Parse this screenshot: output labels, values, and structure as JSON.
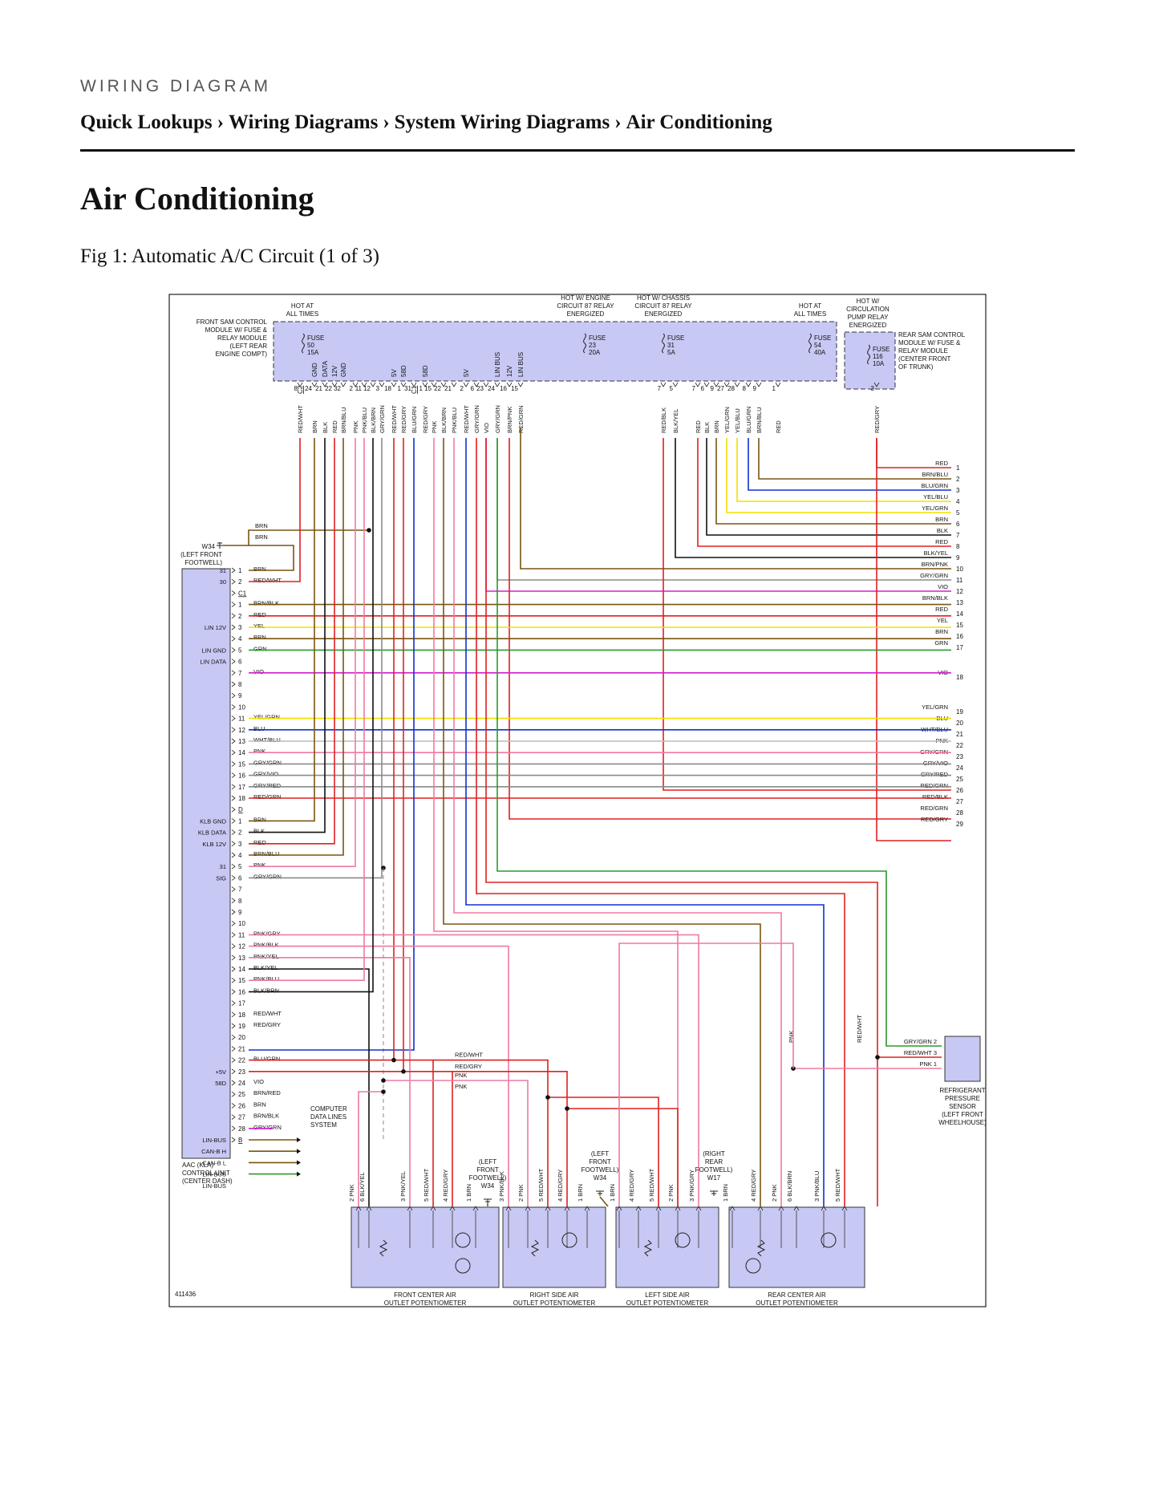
{
  "header": {
    "section_label": "WIRING DIAGRAM",
    "breadcrumb": [
      "Quick Lookups",
      "Wiring Diagrams",
      "System Wiring Diagrams",
      "Air Conditioning"
    ],
    "breadcrumb_separator": "›"
  },
  "page": {
    "title": "Air Conditioning",
    "figure_caption": "Fig 1: Automatic A/C Circuit (1 of 3)"
  },
  "diagram": {
    "figure_id": "411436",
    "top_labels": {
      "hot_all_times_left": [
        "HOT AT",
        "ALL TIMES"
      ],
      "hot_engine": [
        "HOT W/ ENGINE",
        "CIRCUIT 87 RELAY",
        "ENERGIZED"
      ],
      "hot_chassis": [
        "HOT W/ CHASSIS",
        "CIRCUIT 87 RELAY",
        "ENERGIZED"
      ],
      "hot_all_times_right": [
        "HOT AT",
        "ALL TIMES"
      ],
      "hot_circulation": [
        "HOT W/",
        "CIRCULATION",
        "PUMP RELAY",
        "ENERGIZED"
      ]
    },
    "front_sam": [
      "FRONT SAM CONTROL",
      "MODULE W/ FUSE &",
      "RELAY MODULE",
      "(LEFT REAR",
      "ENGINE COMPT)"
    ],
    "rear_sam": [
      "REAR SAM CONTROL",
      "MODULE W/ FUSE &",
      "RELAY MODULE",
      "(CENTER FRONT",
      "OF TRUNK)"
    ],
    "fuses": [
      {
        "label": "FUSE",
        "num": "50",
        "amp": "15A"
      },
      {
        "label": "FUSE",
        "num": "23",
        "amp": "20A"
      },
      {
        "label": "FUSE",
        "num": "31",
        "amp": "5A"
      },
      {
        "label": "FUSE",
        "num": "54",
        "amp": "40A"
      },
      {
        "label": "FUSE",
        "num": "116",
        "amp": "10A"
      }
    ],
    "sam_pins": [
      {
        "func": "",
        "pin": "8",
        "conn": "C2",
        "color": "RED/WHT"
      },
      {
        "func": "GND",
        "pin": "24",
        "conn": "",
        "color": "BRN"
      },
      {
        "func": "DATA",
        "pin": "21",
        "conn": "",
        "color": "BLK"
      },
      {
        "func": "12V",
        "pin": "22",
        "conn": "",
        "color": "RED"
      },
      {
        "func": "GND",
        "pin": "32",
        "conn": "",
        "color": "BRN/BLU"
      },
      {
        "func": "",
        "pin": "2",
        "conn": "",
        "color": "PNK"
      },
      {
        "func": "",
        "pin": "11",
        "conn": "",
        "color": "PNK/BLU"
      },
      {
        "func": "",
        "pin": "12",
        "conn": "",
        "color": "BLK/BRN"
      },
      {
        "func": "",
        "pin": "3",
        "conn": "",
        "color": "GRY/GRN"
      },
      {
        "func": "5V",
        "pin": "18",
        "conn": "",
        "color": "RED/WHT"
      },
      {
        "func": "58D",
        "pin": "1",
        "conn": "",
        "color": "RED/GRY"
      },
      {
        "func": "",
        "pin": "31",
        "conn": "C1",
        "color": "BLU/GRN"
      },
      {
        "func": "58D",
        "pin": "1",
        "conn": "",
        "color": "RED/GRY"
      },
      {
        "func": "",
        "pin": "15",
        "conn": "",
        "color": "PNK"
      },
      {
        "func": "",
        "pin": "22",
        "conn": "",
        "color": "BLK/BRN"
      },
      {
        "func": "",
        "pin": "21",
        "conn": "",
        "color": "PNK/BLU"
      },
      {
        "func": "5V",
        "pin": "2",
        "conn": "",
        "color": "RED/WHT"
      },
      {
        "func": "",
        "pin": "6",
        "conn": "",
        "color": "GRY/GRN"
      },
      {
        "func": "",
        "pin": "23",
        "conn": "",
        "color": "VIO"
      },
      {
        "func": "LIN BUS",
        "pin": "24",
        "conn": "",
        "color": "GRY/GRN"
      },
      {
        "func": "12V",
        "pin": "16",
        "conn": "",
        "color": "BRN/PNK"
      },
      {
        "func": "LIN BUS",
        "pin": "15",
        "conn": "",
        "color": "RED/GRN"
      }
    ],
    "right_sam_pins": [
      {
        "pin": "7",
        "color": "RED/BLK"
      },
      {
        "pin": "5",
        "color": "BLK/YEL"
      },
      {
        "pin": "7",
        "color": "RED"
      },
      {
        "pin": "6",
        "color": "BLK"
      },
      {
        "pin": "9",
        "color": "BRN"
      },
      {
        "pin": "27",
        "color": "YEL/GRN"
      },
      {
        "pin": "28",
        "color": "YEL/BLU"
      },
      {
        "pin": "8",
        "color": "BLU/GRN"
      },
      {
        "pin": "9",
        "color": "BRN/BLU"
      },
      {
        "pin": "1",
        "color": "RED"
      },
      {
        "pin": "3",
        "color": "RED/GRY"
      }
    ],
    "off_page_wires": [
      {
        "n": "1",
        "label": "RED"
      },
      {
        "n": "2",
        "label": "BRN/BLU"
      },
      {
        "n": "3",
        "label": "BLU/GRN"
      },
      {
        "n": "4",
        "label": "YEL/BLU"
      },
      {
        "n": "5",
        "label": "YEL/GRN"
      },
      {
        "n": "6",
        "label": "BRN"
      },
      {
        "n": "7",
        "label": "BLK"
      },
      {
        "n": "8",
        "label": "RED"
      },
      {
        "n": "9",
        "label": "BLK/YEL"
      },
      {
        "n": "10",
        "label": "BRN/PNK"
      },
      {
        "n": "11",
        "label": "GRY/GRN"
      },
      {
        "n": "12",
        "label": "VIO"
      },
      {
        "n": "13",
        "label": "BRN/BLK"
      },
      {
        "n": "14",
        "label": "RED"
      },
      {
        "n": "15",
        "label": "YEL"
      },
      {
        "n": "16",
        "label": "BRN"
      },
      {
        "n": "17",
        "label": "GRN"
      },
      {
        "n": "18",
        "label": "VIO"
      },
      {
        "n": "19",
        "label": "YEL/GRN"
      },
      {
        "n": "20",
        "label": "BLU"
      },
      {
        "n": "21",
        "label": "WHT/BLU"
      },
      {
        "n": "22",
        "label": "PNK"
      },
      {
        "n": "23",
        "label": "GRY/GRN"
      },
      {
        "n": "24",
        "label": "GRY/VIO"
      },
      {
        "n": "25",
        "label": "GRY/RED"
      },
      {
        "n": "26",
        "label": "RED/GRN"
      },
      {
        "n": "27",
        "label": "RED/BLK"
      },
      {
        "n": "28",
        "label": "RED/GRN"
      },
      {
        "n": "29",
        "label": "RED/GRY"
      }
    ],
    "ground_w34": [
      "W34",
      "(LEFT FRONT",
      "FOOTWELL)"
    ],
    "aac": {
      "title": [
        "AAC (KLA)",
        "CONTROL UNIT",
        "(CENTER DASH)"
      ],
      "side_labels": [
        {
          "row": 0,
          "text": "31"
        },
        {
          "row": 1,
          "text": "30"
        },
        {
          "row": 5,
          "text": "LIN 12V"
        },
        {
          "row": 7,
          "text": "LIN GND"
        },
        {
          "row": 8,
          "text": "LIN DATA"
        },
        {
          "row": 22,
          "text": "KLB GND"
        },
        {
          "row": 23,
          "text": "KLB DATA"
        },
        {
          "row": 24,
          "text": "KLB 12V"
        },
        {
          "row": 26,
          "text": "31"
        },
        {
          "row": 27,
          "text": "SIG"
        },
        {
          "row": 44,
          "text": "+5V"
        },
        {
          "row": 45,
          "text": "58D"
        },
        {
          "row": 50,
          "text": "LIN-BUS"
        },
        {
          "row": 51,
          "text": "CAN-B H"
        },
        {
          "row": 52,
          "text": "CAN-B L"
        },
        {
          "row": 53,
          "text": "LIN-BUS"
        },
        {
          "row": 54,
          "text": "LIN-BUS"
        }
      ],
      "rows": [
        {
          "pin": "1",
          "wire": "BRN"
        },
        {
          "pin": "2",
          "wire": "RED/WHT"
        },
        {
          "pin": "C1",
          "wire": ""
        },
        {
          "pin": "1",
          "wire": "BRN/BLK"
        },
        {
          "pin": "2",
          "wire": "RED"
        },
        {
          "pin": "3",
          "wire": "YEL"
        },
        {
          "pin": "4",
          "wire": "BRN"
        },
        {
          "pin": "5",
          "wire": "GRN"
        },
        {
          "pin": "6",
          "wire": ""
        },
        {
          "pin": "7",
          "wire": "VIO"
        },
        {
          "pin": "8",
          "wire": ""
        },
        {
          "pin": "9",
          "wire": ""
        },
        {
          "pin": "10",
          "wire": ""
        },
        {
          "pin": "11",
          "wire": "YEL/GRN"
        },
        {
          "pin": "12",
          "wire": "BLU"
        },
        {
          "pin": "13",
          "wire": "WHT/BLU"
        },
        {
          "pin": "14",
          "wire": "PNK"
        },
        {
          "pin": "15",
          "wire": "GRY/GRN"
        },
        {
          "pin": "16",
          "wire": "GRY/VIO"
        },
        {
          "pin": "17",
          "wire": "GRY/RED"
        },
        {
          "pin": "18",
          "wire": "RED/GRN"
        },
        {
          "pin": "D",
          "wire": ""
        },
        {
          "pin": "1",
          "wire": "BRN"
        },
        {
          "pin": "2",
          "wire": "BLK"
        },
        {
          "pin": "3",
          "wire": "RED"
        },
        {
          "pin": "4",
          "wire": "BRN/BLU"
        },
        {
          "pin": "5",
          "wire": "PNK"
        },
        {
          "pin": "6",
          "wire": "GRY/GRN"
        },
        {
          "pin": "7",
          "wire": ""
        },
        {
          "pin": "8",
          "wire": ""
        },
        {
          "pin": "9",
          "wire": ""
        },
        {
          "pin": "10",
          "wire": ""
        },
        {
          "pin": "11",
          "wire": "PNK/GRY"
        },
        {
          "pin": "12",
          "wire": "PNK/BLK"
        },
        {
          "pin": "13",
          "wire": "PNK/YEL"
        },
        {
          "pin": "14",
          "wire": "BLK/YEL"
        },
        {
          "pin": "15",
          "wire": "PNK/BLU"
        },
        {
          "pin": "16",
          "wire": "BLK/BRN"
        },
        {
          "pin": "17",
          "wire": ""
        },
        {
          "pin": "18",
          "wire": "RED/WHT"
        },
        {
          "pin": "19",
          "wire": "RED/GRY"
        },
        {
          "pin": "20",
          "wire": ""
        },
        {
          "pin": "21",
          "wire": ""
        },
        {
          "pin": "22",
          "wire": "BLU/GRN"
        },
        {
          "pin": "23",
          "wire": ""
        },
        {
          "pin": "24",
          "wire": "VIO"
        },
        {
          "pin": "25",
          "wire": "BRN/RED"
        },
        {
          "pin": "26",
          "wire": "BRN"
        },
        {
          "pin": "27",
          "wire": "BRN/BLK"
        },
        {
          "pin": "28",
          "wire": "GRY/GRN"
        },
        {
          "pin": "B",
          "wire": ""
        }
      ]
    },
    "computer_data_lines": [
      "COMPUTER",
      "DATA LINES",
      "SYSTEM"
    ],
    "splice_labels": {
      "red_wht": "RED/WHT",
      "red_gry": "RED/GRY",
      "pnk_a": "PNK",
      "pnk_b": "PNK"
    },
    "refrigerant_sensor": {
      "title": [
        "REFRIGERANT",
        "PRESSURE",
        "SENSOR",
        "(LEFT FRONT",
        "WHEELHOUSE)"
      ],
      "pins": [
        {
          "pin": "2",
          "wire": "GRY/GRN"
        },
        {
          "pin": "3",
          "wire": "RED/WHT"
        },
        {
          "pin": "1",
          "wire": "PNK"
        }
      ],
      "vertical_labels": [
        "PNK",
        "RED/WHT"
      ]
    },
    "grounds": [
      {
        "lines": [
          "(LEFT",
          "FRONT",
          "FOOTWELL)",
          "W34"
        ]
      },
      {
        "lines": [
          "(LEFT",
          "FRONT",
          "FOOTWELL)",
          "W34"
        ]
      },
      {
        "lines": [
          "(RIGHT",
          "REAR",
          "FOOTWELL)",
          "W17"
        ]
      }
    ],
    "potentiometers": [
      {
        "title": [
          "FRONT CENTER AIR",
          "OUTLET POTENTIOMETER"
        ],
        "pins": [
          {
            "n": "2",
            "w": "PNK"
          },
          {
            "n": "6",
            "w": "BLK/YEL"
          },
          {
            "n": "3",
            "w": "PNK/YEL"
          },
          {
            "n": "5",
            "w": "RED/WHT"
          },
          {
            "n": "4",
            "w": "RED/GRY"
          },
          {
            "n": "1",
            "w": "BRN"
          }
        ]
      },
      {
        "title": [
          "RIGHT SIDE AIR",
          "OUTLET POTENTIOMETER"
        ],
        "pins": [
          {
            "n": "3",
            "w": "PNK/BLK"
          },
          {
            "n": "2",
            "w": "PNK"
          },
          {
            "n": "5",
            "w": "RED/WHT"
          },
          {
            "n": "4",
            "w": "RED/GRY"
          },
          {
            "n": "1",
            "w": "BRN"
          }
        ]
      },
      {
        "title": [
          "LEFT SIDE AIR",
          "OUTLET POTENTIOMETER"
        ],
        "pins": [
          {
            "n": "1",
            "w": "BRN"
          },
          {
            "n": "4",
            "w": "RED/GRY"
          },
          {
            "n": "5",
            "w": "RED/WHT"
          },
          {
            "n": "2",
            "w": "PNK"
          },
          {
            "n": "3",
            "w": "PNK/GRY"
          }
        ]
      },
      {
        "title": [
          "REAR CENTER AIR",
          "OUTLET POTENTIOMETER"
        ],
        "pins": [
          {
            "n": "1",
            "w": "BRN"
          },
          {
            "n": "4",
            "w": "RED/GRY"
          },
          {
            "n": "2",
            "w": "PNK"
          },
          {
            "n": "6",
            "w": "BLK/BRN"
          },
          {
            "n": "3",
            "w": "PNK/BLU"
          },
          {
            "n": "5",
            "w": "RED/WHT"
          }
        ]
      }
    ],
    "wire_colors": {
      "RED": "#e02020",
      "BRN": "#7a5410",
      "BLU": "#1030d0",
      "BLK": "#111111",
      "GRN": "#2a9a2a",
      "YEL": "#f0e000",
      "VIO": "#d020d0",
      "PNK": "#f07aa0",
      "GRY": "#8a8a8a",
      "WHT": "#bbbbbb",
      "ORN": "#f08000",
      "BRNBOX": "#6a5000"
    }
  }
}
